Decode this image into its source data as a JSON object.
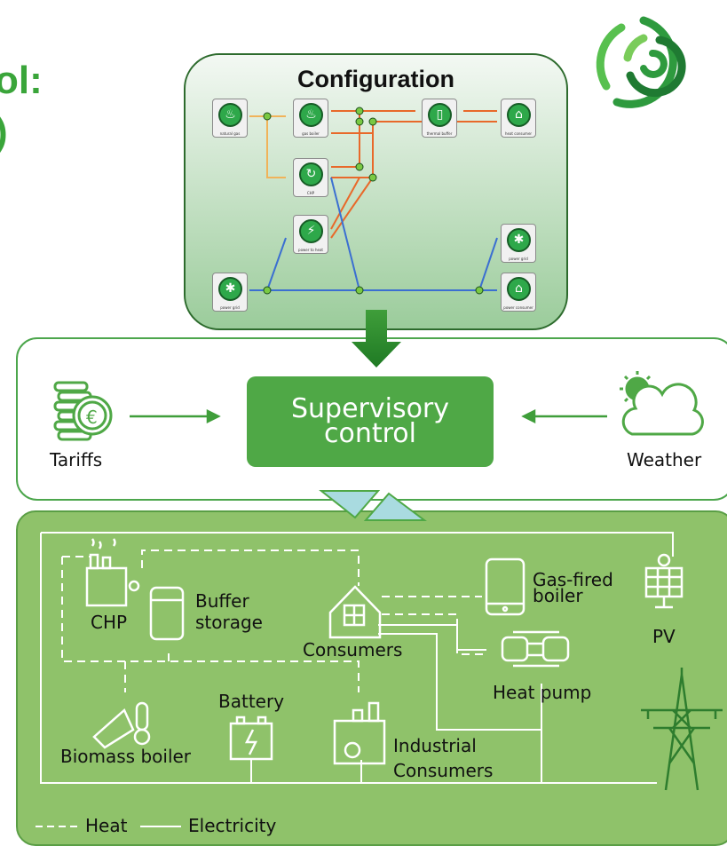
{
  "cut_heading": {
    "line1": "ol:",
    "line2": ")"
  },
  "configuration": {
    "title": "Configuration",
    "nodes": {
      "natural_gas": {
        "caption": "natural gas",
        "icon": "flame-icon"
      },
      "gas_boiler": {
        "caption": "gas boiler",
        "icon": "gas-boiler-icon"
      },
      "thermal_buffer": {
        "caption": "thermal buffer",
        "icon": "storage-tank-icon"
      },
      "heat_consumer": {
        "caption": "heat consumer",
        "icon": "house-heat-icon"
      },
      "chp": {
        "caption": "CHP",
        "icon": "chp-icon"
      },
      "power_to_heat": {
        "caption": "power to heat",
        "icon": "power-to-heat-icon"
      },
      "power_grid_out": {
        "caption": "power grid",
        "icon": "pylon-icon"
      },
      "power_grid_in": {
        "caption": "power grid",
        "icon": "pylon-icon"
      },
      "power_consumer": {
        "caption": "power consumer",
        "icon": "house-power-icon"
      }
    }
  },
  "control": {
    "supervisory_line1": "Supervisory",
    "supervisory_line2": "control",
    "tariffs": "Tariffs",
    "weather": "Weather"
  },
  "system": {
    "chp": "CHP",
    "buffer_line1": "Buffer",
    "buffer_line2": "storage",
    "consumers": "Consumers",
    "gas_fired_line1": "Gas-fired",
    "gas_fired_line2": "boiler",
    "pv": "PV",
    "heat_pump": "Heat pump",
    "battery": "Battery",
    "biomass_boiler": "Biomass boiler",
    "industrial_line1": "Industrial",
    "industrial_line2": "Consumers"
  },
  "legend": {
    "heat": "Heat",
    "electricity": "Electricity"
  },
  "colors": {
    "green": "#4fa846",
    "dark_green": "#2d6b2d",
    "panel_green": "#8fc26a",
    "heat_line": "#e8692a",
    "gas_line": "#f0b35a",
    "power_line": "#3b6fd1"
  }
}
